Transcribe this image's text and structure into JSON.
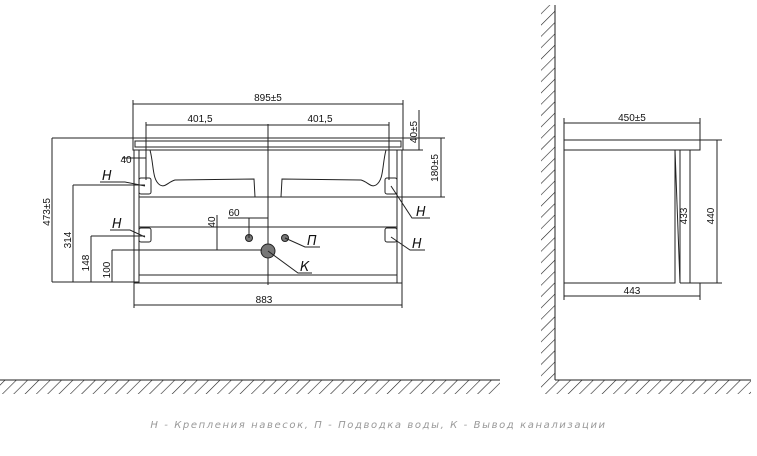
{
  "dimensions": {
    "total_width": "895±5",
    "half_left": "401,5",
    "half_right": "401,5",
    "top_thickness": "40±5",
    "basin_depth": "180±5",
    "total_height": "473±5",
    "mount_upper": "314",
    "mount_lower": "148",
    "drain_height": "100",
    "water_offset_v": "40",
    "water_offset_h": "60",
    "body_width": "883",
    "side_depth_top": "450±5",
    "side_height_inner": "433",
    "side_height": "440",
    "side_depth_body": "443"
  },
  "labels": {
    "mount": "Н",
    "water": "П",
    "drain": "К"
  },
  "caption": "Н - Крепления навесок, П - Подводка воды, К - Вывод канализации"
}
